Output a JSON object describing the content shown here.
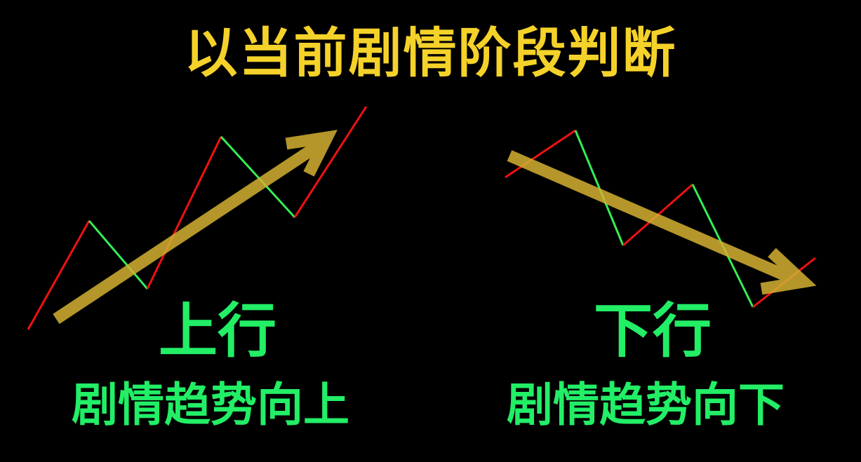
{
  "title": "以当前剧情阶段判断",
  "uptrend": {
    "label": "上行",
    "description": "剧情趋势向上"
  },
  "downtrend": {
    "label": "下行",
    "description": "剧情趋势向下"
  },
  "colors": {
    "background": "#000000",
    "title": "#f5d22a",
    "label": "#22ee66",
    "rise_segment": "#ee1111",
    "fall_segment": "#33ee55",
    "trend_arrow": "#d4b132"
  }
}
